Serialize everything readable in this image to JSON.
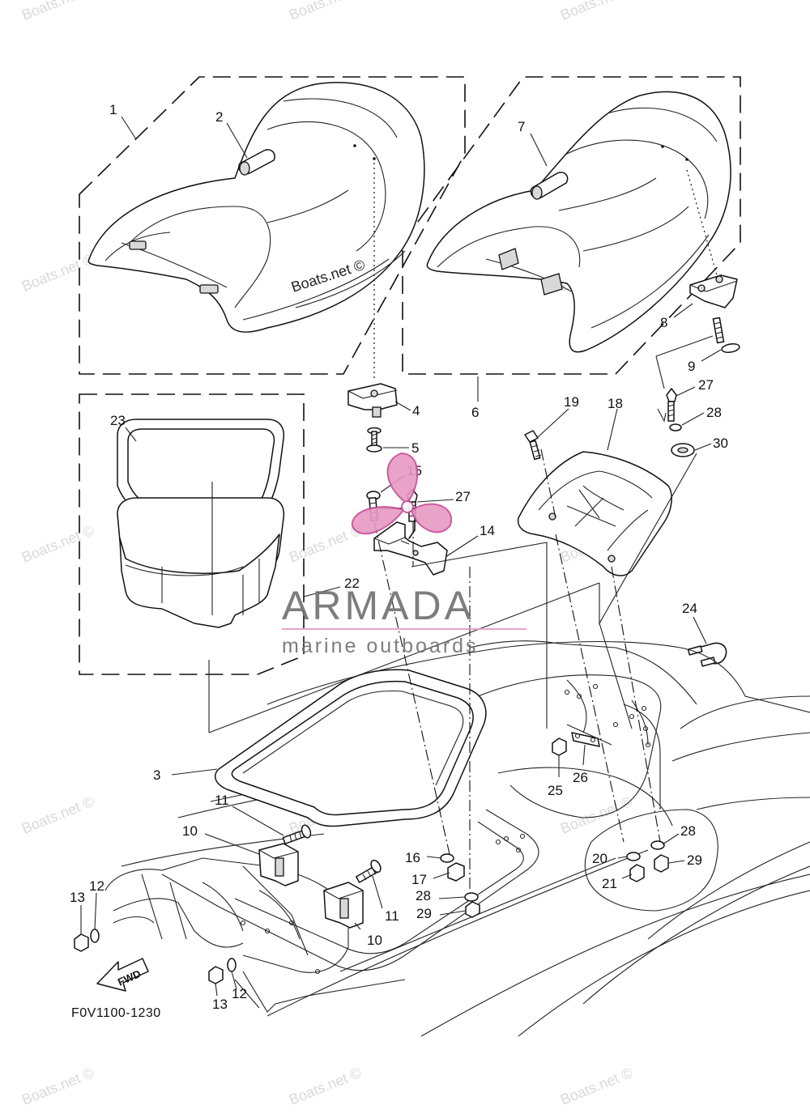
{
  "diagram_code": "F0V1100-1230",
  "brand": {
    "name": "ARMADA",
    "tagline": "marine outboards",
    "logo_color": "#e79ac4",
    "text_color": "#707070"
  },
  "watermark_text": "Boats.net ©",
  "fwd_label": "FWD",
  "callouts": [
    "1",
    "2",
    "3",
    "4",
    "5",
    "6",
    "7",
    "8",
    "9",
    "10",
    "10",
    "11",
    "11",
    "12",
    "12",
    "13",
    "13",
    "14",
    "15",
    "16",
    "17",
    "18",
    "19",
    "20",
    "21",
    "22",
    "23",
    "24",
    "25",
    "26",
    "27",
    "27",
    "28",
    "28",
    "28",
    "29",
    "29",
    "30"
  ]
}
